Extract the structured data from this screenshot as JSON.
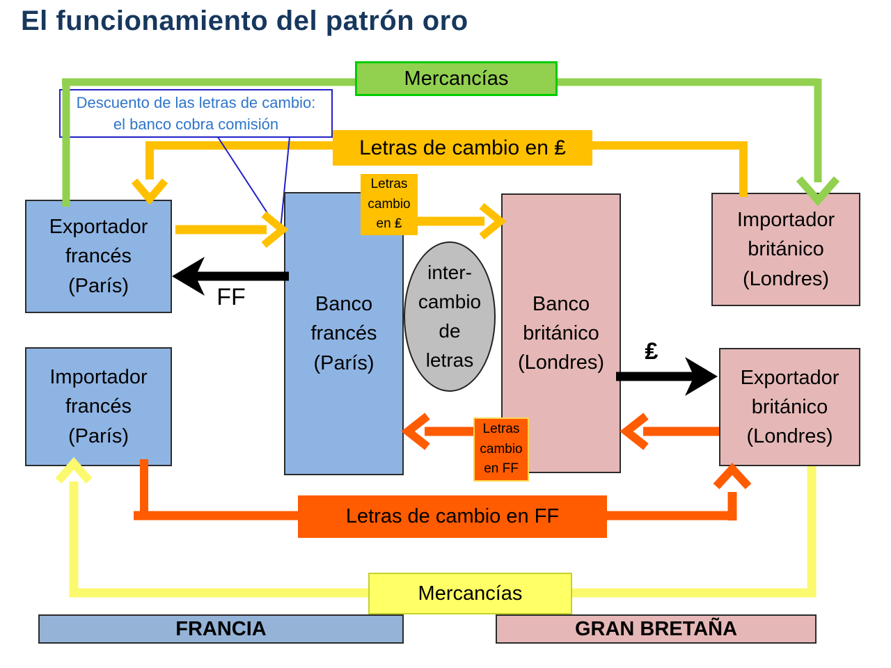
{
  "title": "El funcionamiento del patrón oro",
  "boxes": {
    "exportador_frances": [
      "Exportador",
      "francés",
      "(París)"
    ],
    "importador_frances": [
      "Importador",
      "francés",
      "(París)"
    ],
    "banco_frances": [
      "Banco",
      "francés",
      "(París)"
    ],
    "banco_britanico": [
      "Banco",
      "británico",
      "(Londres)"
    ],
    "importador_britanico": [
      "Importador",
      "británico",
      "(Londres)"
    ],
    "exportador_britanico": [
      "Exportador",
      "británico",
      "(Londres)"
    ]
  },
  "labels": {
    "mercancias_top": "Mercancías",
    "mercancias_bottom": "Mercancías",
    "letras_libra": "Letras de cambio en ₤",
    "letras_libra_small": [
      "Letras",
      "cambio",
      "en ₤"
    ],
    "letras_ff": "Letras de cambio en FF",
    "letras_ff_small": [
      "Letras",
      "cambio",
      "en FF"
    ],
    "intercambio": [
      "inter-",
      "cambio",
      "de",
      "letras"
    ],
    "callout": [
      "Descuento de las letras de cambio:",
      "el banco cobra comisión"
    ],
    "ff_arrow": "FF",
    "libra_arrow": "₤",
    "francia": "FRANCIA",
    "gran_bretana": "GRAN BRETAÑA"
  },
  "colors": {
    "title": "#17375D",
    "blue_box": "#8EB4E3",
    "pink_box": "#E5B8B7",
    "bar_blue": "#95B3D7",
    "green_fill": "#92D050",
    "green_border": "#00CC00",
    "gold": "#FFC000",
    "orange": "#FF5B00",
    "pale_yellow": "#FBF96E",
    "yellow_fill": "#FFFF66",
    "gray_ellipse": "#BFBFBF",
    "callout_border": "#2020C8",
    "callout_text": "#2E75C9",
    "arrow_black": "#000000"
  }
}
